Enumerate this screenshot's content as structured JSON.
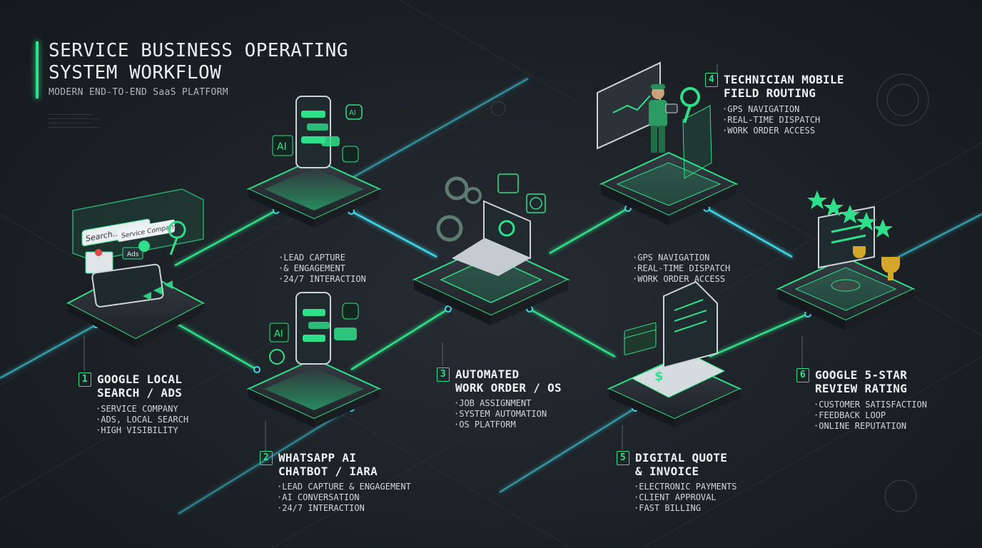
{
  "header": {
    "title": "SERVICE BUSINESS OPERATING\nSYSTEM WORKFLOW",
    "subtitle": "MODERN END-TO-END SaaS PLATFORM"
  },
  "colors": {
    "accent": "#2fe08a",
    "background": "#1b1f24",
    "link_cyan": "#3fd7e8"
  },
  "steps": [
    {
      "number": "1",
      "title": "GOOGLE LOCAL\nSEARCH / ADS",
      "bullets": [
        "SERVICE COMPANY",
        "ADS, LOCAL SEARCH",
        "HIGH VISIBILITY"
      ],
      "icons": [
        "search-bar-icon",
        "map-pin-icon",
        "smartphone-icon"
      ],
      "screen_text": [
        "Search...",
        "Service Company",
        "Ads"
      ]
    },
    {
      "number": "2",
      "title": "WHATSAPP AI\nCHATBOT / IARA",
      "bullets": [
        "LEAD CAPTURE & ENGAGEMENT",
        "AI CONVERSATION",
        "24/7 INTERACTION"
      ],
      "icons": [
        "smartphone-icon",
        "chat-bubble-icon",
        "robot-icon"
      ],
      "screen_text": [
        "AI"
      ]
    },
    {
      "number": "3",
      "title": "AUTOMATED\nWORK ORDER / OS",
      "bullets": [
        "JOB ASSIGNMENT",
        "SYSTEM AUTOMATION",
        "OS PLATFORM"
      ],
      "icons": [
        "laptop-icon",
        "gear-icon",
        "calendar-icon",
        "clock-icon"
      ]
    },
    {
      "number": "4",
      "title": "TECHNICIAN MOBILE\nFIELD ROUTING",
      "bullets": [
        "GPS NAVIGATION",
        "REAL-TIME DISPATCH",
        "WORK ORDER ACCESS"
      ],
      "icons": [
        "technician-icon",
        "map-icon",
        "map-pin-icon"
      ]
    },
    {
      "number": "5",
      "title": "DIGITAL QUOTE\n& INVOICE",
      "bullets": [
        "ELECTRONIC PAYMENTS",
        "CLIENT APPROVAL",
        "FAST BILLING"
      ],
      "icons": [
        "invoice-icon",
        "money-icon",
        "dollar-icon"
      ]
    },
    {
      "number": "6",
      "title": "GOOGLE 5-STAR\nREVIEW RATING",
      "bullets": [
        "CUSTOMER SATISFACTION",
        "FEEDBACK LOOP",
        "ONLINE REPUTATION"
      ],
      "icons": [
        "star-icon",
        "trophy-icon",
        "review-card-icon"
      ]
    }
  ],
  "floating_notes": [
    {
      "id": "top-chatbot-note",
      "bullets": [
        "LEAD CAPTURE",
        "& ENGAGEMENT",
        "24/7  INTERACTION"
      ]
    },
    {
      "id": "top-routing-note",
      "bullets": [
        "GPS NAVIGATION",
        "REAL-TIME DISPATCH",
        "WORK ORDER ACCESS"
      ]
    }
  ]
}
